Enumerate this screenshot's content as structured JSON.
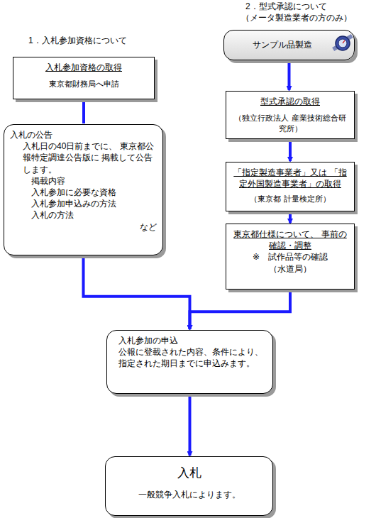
{
  "diagram": {
    "nodes": [
      {
        "text": [
          "入札参加資格の取得",
          "東京都財務局へ申請"
        ]
      },
      {
        "text": [
          "入札の公告",
          "入札日の40日前までに、 東京都公報特定調達公告版に 掲載して公告します。",
          "掲載内容",
          "入札参加に必要な資格",
          "入札参加申込みの方法",
          "入札の方法",
          "など"
        ]
      },
      {
        "text": [
          "サンプル品製造"
        ]
      },
      {
        "text": [
          "型式承認の取得",
          "（独立行政法人 産業技術総合研究所）"
        ]
      },
      {
        "text": [
          "「指定製造事業者」又は 「指定外国製造事業者」の取得",
          "（東京都 計量検定所）"
        ]
      },
      {
        "text": [
          "東京都仕様について、 事前の確認・調整",
          "※　試作品等の確認",
          "（水道局）"
        ]
      },
      {
        "text": [
          "入札参加の申込",
          "公報に登載された内容、条件により、指定された期日までに申込みます。"
        ]
      },
      {
        "text": [
          "入札",
          "一般競争入札によります。"
        ]
      }
    ],
    "edges": [
      {
        "from": 0,
        "to": 1,
        "arrow": "none"
      },
      {
        "from": 2,
        "to": 3,
        "arrow": "to"
      },
      {
        "from": 3,
        "to": 4,
        "arrow": "to"
      },
      {
        "from": 4,
        "to": 5,
        "arrow": "to"
      },
      {
        "from": 1,
        "to": 6,
        "arrow": "to"
      },
      {
        "from": 5,
        "to": 6,
        "arrow": "to"
      },
      {
        "from": 6,
        "to": 7,
        "arrow": "to"
      }
    ],
    "labels": [
      "1．入札参加資格について",
      "2．型式承認について",
      "（メータ製造業者の方のみ）"
    ]
  }
}
